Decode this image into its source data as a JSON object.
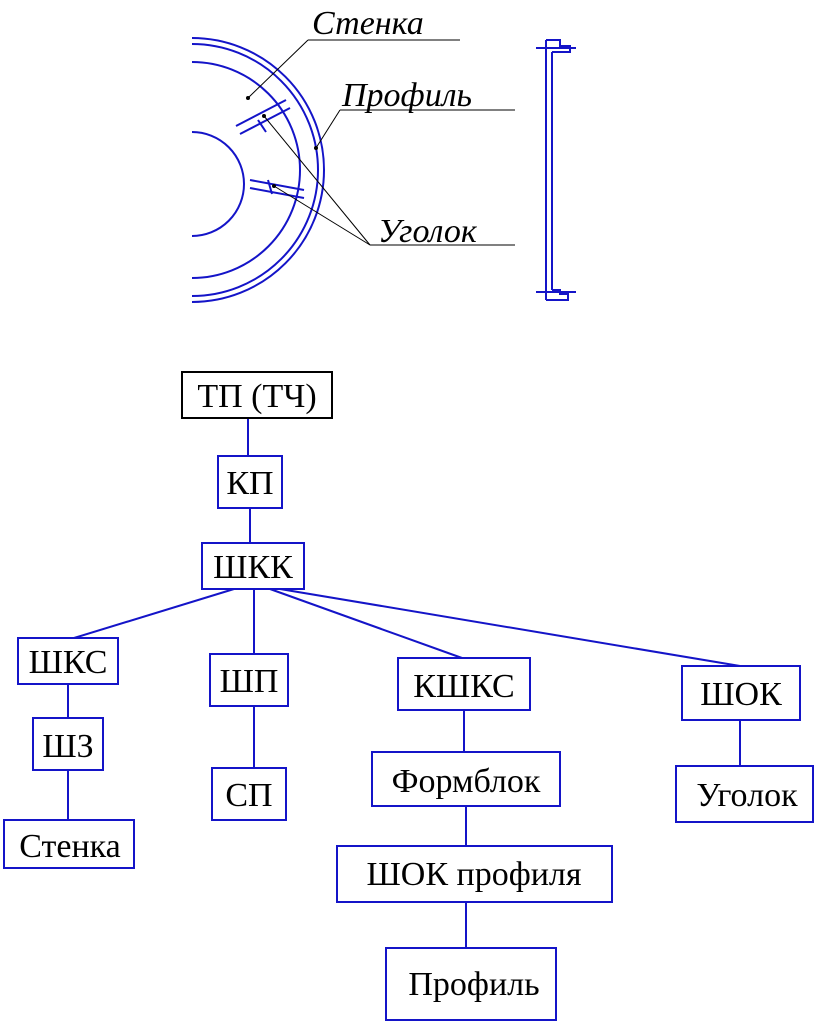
{
  "colors": {
    "drawing": "#1414c8",
    "root_border": "#000000",
    "leader": "#000000"
  },
  "drawing": {
    "callouts": {
      "wall": "Стенка",
      "profile": "Профиль",
      "angle": "Уголок"
    }
  },
  "tree": {
    "nodes": {
      "tp": "ТП (ТЧ)",
      "kp": "КП",
      "shkk": "ШКК",
      "shks": "ШКС",
      "shp": "ШП",
      "kshks": "КШКС",
      "shok": "ШОК",
      "shz": "ШЗ",
      "sp": "СП",
      "formblok": "Формблок",
      "ugolok": "Уголок",
      "stenka": "Стенка",
      "shok_profile": "ШОК профиля",
      "profil": "Профиль"
    },
    "edges": [
      [
        "tp",
        "kp"
      ],
      [
        "kp",
        "shkk"
      ],
      [
        "shkk",
        "shks"
      ],
      [
        "shkk",
        "shp"
      ],
      [
        "shkk",
        "kshks"
      ],
      [
        "shkk",
        "shok"
      ],
      [
        "shks",
        "shz"
      ],
      [
        "shz",
        "stenka"
      ],
      [
        "shp",
        "sp"
      ],
      [
        "kshks",
        "formblok"
      ],
      [
        "formblok",
        "shok_profile"
      ],
      [
        "shok_profile",
        "profil"
      ],
      [
        "shok",
        "ugolok"
      ]
    ]
  }
}
